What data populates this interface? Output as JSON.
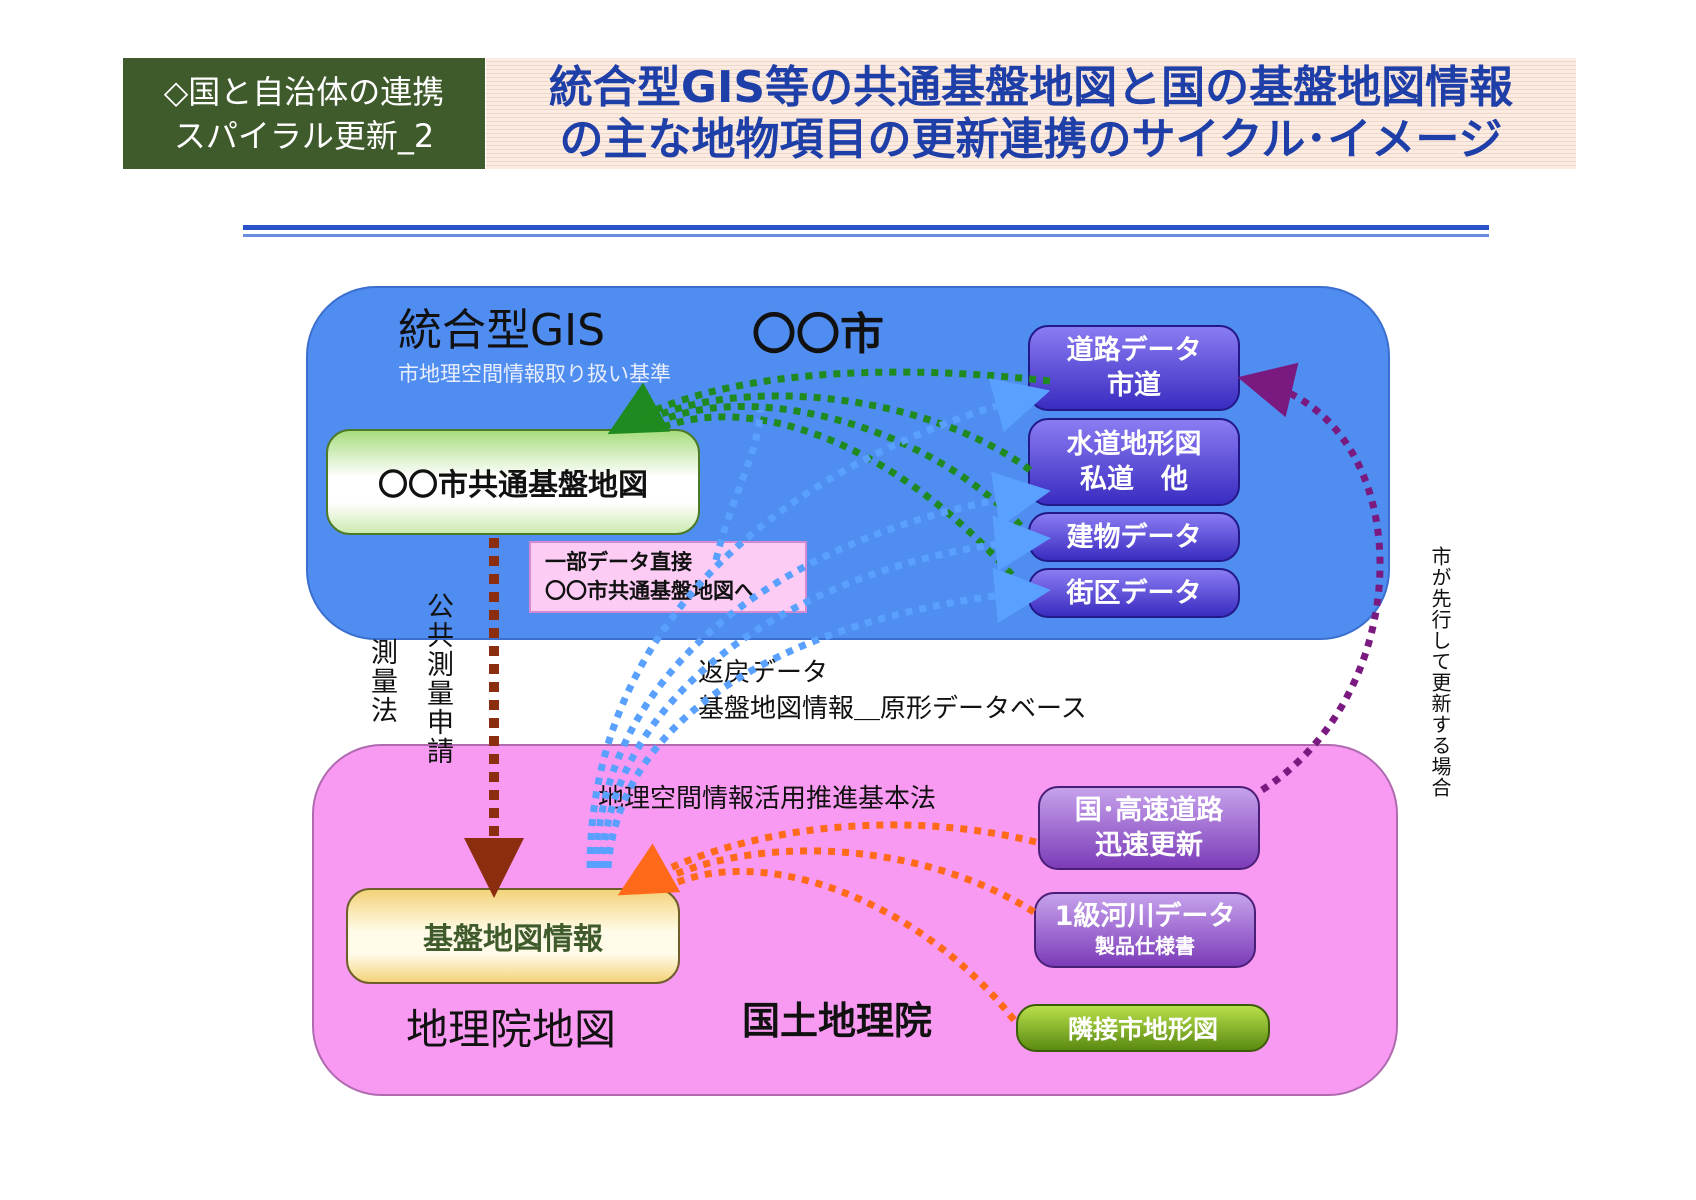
{
  "header": {
    "tag_line1": "◇国と自治体の連携",
    "tag_line2": "スパイラル更新_2",
    "title_line1": "統合型GIS等の共通基盤地図と国の基盤地図情報",
    "title_line2": "の主な地物項目の更新連携のサイクル･イメージ"
  },
  "city_panel": {
    "system_label": "統合型GIS",
    "city_label": "〇〇市",
    "standard_label": "市地理空間情報取り扱い基準",
    "common_map_label": "〇〇市共通基盤地図",
    "note_line1": "一部データ直接",
    "note_line2": "〇〇市共通基盤地図へ",
    "data_items": [
      {
        "line1": "道路データ",
        "line2": "市道"
      },
      {
        "line1": "水道地形図",
        "line2": "私道　他"
      },
      {
        "line1": "建物データ",
        "line2": ""
      },
      {
        "line1": "街区データ",
        "line2": ""
      }
    ]
  },
  "between": {
    "law_survey": "測量法",
    "public_survey": "公共測量申請",
    "return_data": "返戻データ",
    "return_db": "基盤地図情報＿原形データベース",
    "city_first": "市が先行して更新する場合"
  },
  "national_panel": {
    "law_label": "地理空間情報活用推進基本法",
    "fundamental_info": "基盤地図情報",
    "gsi_map": "地理院地図",
    "gsi": "国土地理院",
    "items": [
      {
        "line1": "国･高速道路",
        "line2": "迅速更新"
      },
      {
        "line1": "1級河川データ",
        "line2": "製品仕様書"
      },
      {
        "line1": "隣接市地形図",
        "line2": ""
      }
    ]
  },
  "colors": {
    "title_text": "#1e3ea8",
    "tag_bg": "#3f5a2b",
    "city_panel": "#4f8df0",
    "national_panel": "#f99af2",
    "arrow_green": "#1f8a1f",
    "arrow_blue": "#5aa0ff",
    "arrow_brown": "#8b2e10",
    "arrow_orange": "#ff6a1a",
    "arrow_purple": "#7a1a80"
  }
}
